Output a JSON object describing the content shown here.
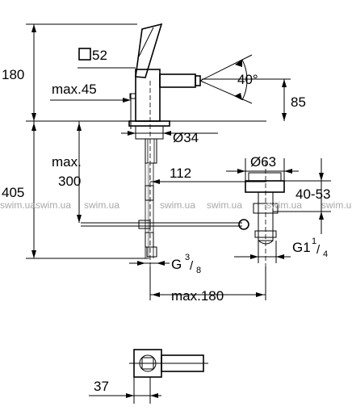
{
  "dimensions": {
    "top_height": "180",
    "square": "52",
    "max45": "max.45",
    "angle": "40°",
    "h85": "85",
    "dia34": "Ø34",
    "max300_line1": "max.",
    "max300_line2": "300",
    "total405": "405",
    "d112": "112",
    "dia63": "Ø63",
    "range": "40-53",
    "g38_main": "G",
    "g38_num": "3",
    "g38_den": "8",
    "g114_main": "G1",
    "g114_num": "1",
    "g114_den": "4",
    "max180": "max.180",
    "d37": "37"
  },
  "watermarks": [
    "swim.ua",
    "swim.ua",
    "swim.ua",
    "swim.ua",
    "swim.ua",
    "swim.ua",
    "swim.ua"
  ],
  "colors": {
    "line": "#000000",
    "watermark": "#a8a8a8",
    "hose": "#bdbdbd"
  }
}
